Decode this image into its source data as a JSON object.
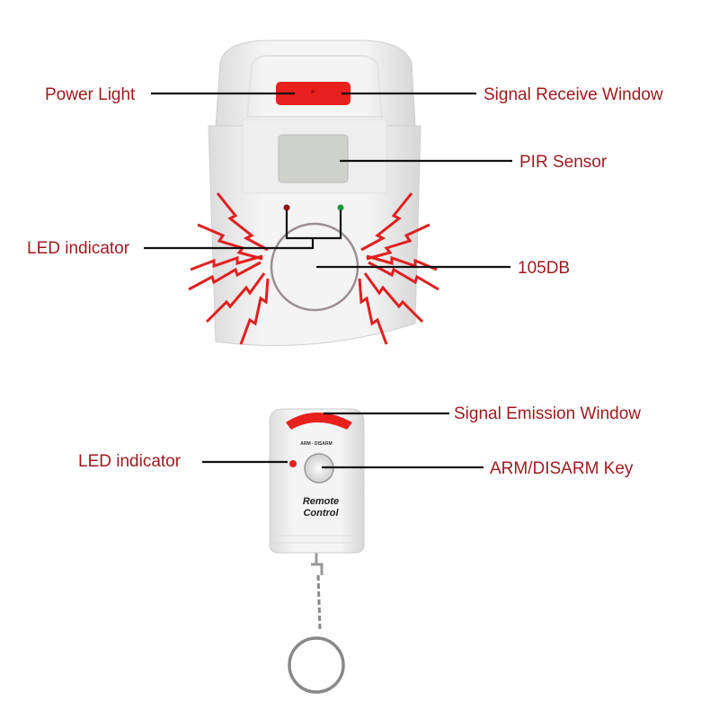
{
  "labels": {
    "power_light": "Power Light",
    "signal_receive_window": "Signal Receive Window",
    "pir_sensor": "PIR Sensor",
    "led_indicator_sensor": "LED indicator",
    "decibel": "105DB",
    "signal_emission_window": "Signal Emission Window",
    "led_indicator_remote": "LED indicator",
    "arm_disarm_key": "ARM/DISARM Key"
  },
  "remote": {
    "brand_line1": "Remote",
    "brand_line2": "Control",
    "key_caption": "ARM · DISARM"
  },
  "colors": {
    "label": "#9e1a1f",
    "alarm_red": "#e0201f",
    "led_green": "#1c9a3c"
  }
}
